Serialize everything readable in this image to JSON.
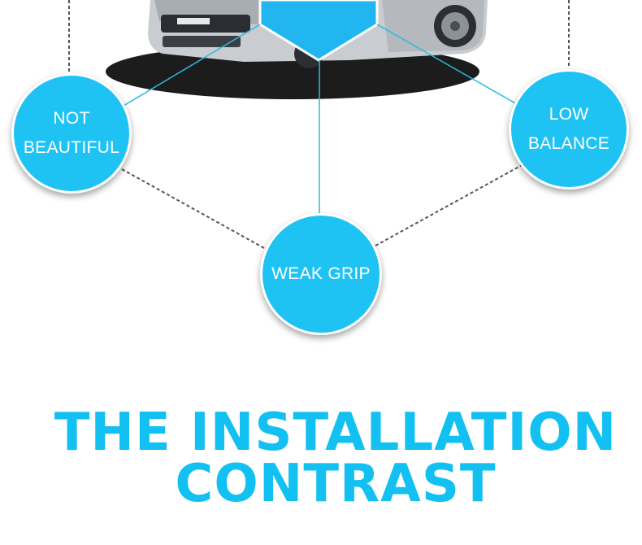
{
  "bubbles": {
    "not_beautiful": "NOT\nBEAUTIFUL",
    "low_balance": "LOW\nBALANCE",
    "weak_grip": "WEAK GRIP"
  },
  "heading": {
    "line1": "THE INSTALLATION",
    "line2": "CONTRAST"
  },
  "colors": {
    "bubble": "#1ec3f4",
    "heading": "#13c0f2",
    "connector": "#2bb8e6",
    "dashed": "#555555"
  }
}
